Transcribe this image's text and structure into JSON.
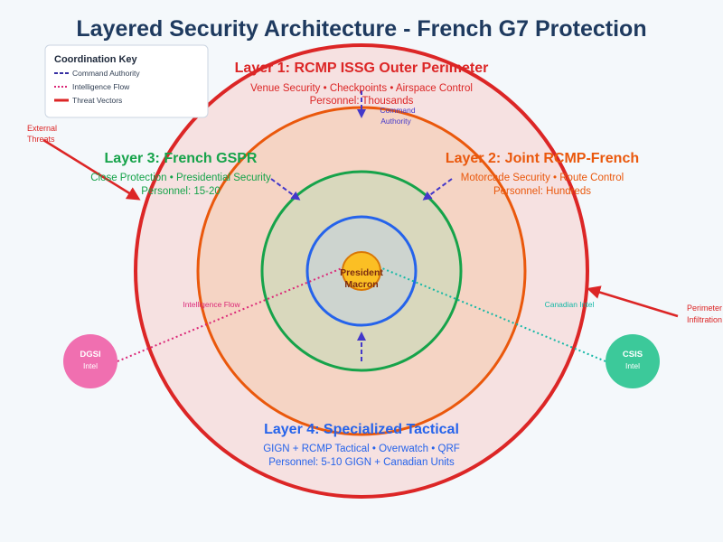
{
  "title": "Layered Security Architecture - French G7 Protection",
  "legend": {
    "title": "Coordination Key",
    "items": [
      {
        "label": "Command Authority",
        "color": "#3730a3",
        "style": "dashed"
      },
      {
        "label": "Intelligence Flow",
        "color": "#db2777",
        "style": "dotted"
      },
      {
        "label": "Threat Vectors",
        "color": "#dc2626",
        "style": "solid"
      }
    ]
  },
  "layers": [
    {
      "title": "Layer 1: RCMP ISSG Outer Perimeter",
      "line1": "Venue Security • Checkpoints • Airspace Control",
      "line2": "Personnel: Thousands",
      "color": "#dc2626",
      "fill": "#f6e1e1"
    },
    {
      "title": "Layer 2: Joint RCMP-French",
      "line1": "Motorcade Security • Route Control",
      "line2": "Personnel: Hundreds",
      "color": "#ea580c",
      "fill": "#f5d4c4"
    },
    {
      "title": "Layer 3: French GSPR",
      "line1": "Close Protection • Presidential Security",
      "line2": "Personnel: 15-20",
      "color": "#16a34a",
      "fill": "#d9d8bd"
    },
    {
      "title": "Layer 4: Specialized Tactical",
      "line1": "GIGN + RCMP Tactical • Overwatch • QRF",
      "line2": "Personnel: 5-10 GIGN + Canadian Units",
      "color": "#2563eb",
      "fill": "#cdd4cf"
    }
  ],
  "center": {
    "line1": "President",
    "line2": "Macron",
    "color": "#fbbf24"
  },
  "agencies": [
    {
      "name": "DGSI",
      "sub": "Intel",
      "color": "#f06fb0"
    },
    {
      "name": "CSIS",
      "sub": "Intel",
      "color": "#3cc99a"
    }
  ],
  "annotations": {
    "command_1": "Command",
    "command_2": "Authority",
    "intel_flow": "Intelligence Flow",
    "canadian_intel": "Canadian Intel",
    "external_1": "External",
    "external_2": "Threats",
    "perimeter_1": "Perimeter",
    "perimeter_2": "Infiltration"
  }
}
